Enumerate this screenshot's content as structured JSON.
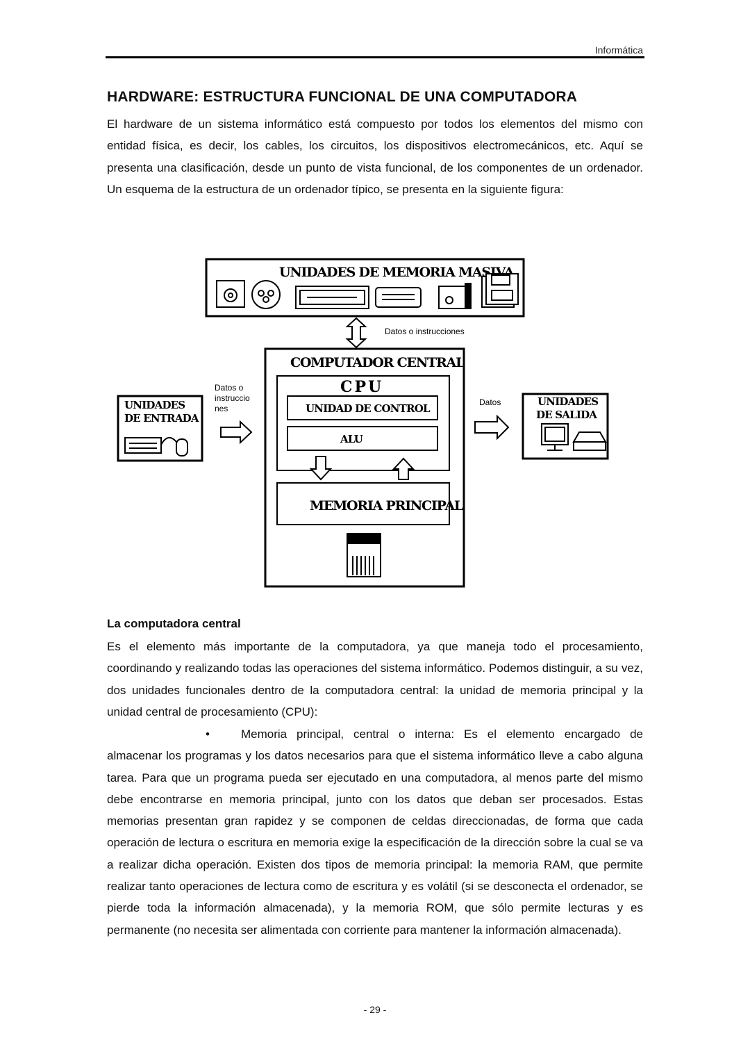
{
  "header": {
    "section": "Informática"
  },
  "title": "HARDWARE: ESTRUCTURA FUNCIONAL DE UNA COMPUTADORA",
  "intro": "El hardware de un sistema informático está compuesto por todos los elementos del mismo con entidad física, es decir, los cables, los circuitos, los dispositivos electromecánicos, etc. Aquí se presenta una clasificación, desde un punto de vista funcional, de los componentes de un ordenador. Un esquema de la estructura de un ordenador típico, se presenta en la siguiente figura:",
  "diagram": {
    "mass_storage": "UNIDADES DE MEMORIA MASIVA",
    "data_or_instructions": "Datos o instrucciones",
    "central_computer": "COMPUTADOR CENTRAL",
    "cpu": "CPU",
    "control_unit": "UNIDAD DE CONTROL",
    "alu": "ALU",
    "main_memory": "MEMORIA PRINCIPAL",
    "input_units_line1": "UNIDADES",
    "input_units_line2": "DE ENTRADA",
    "input_label_line1": "Datos o",
    "input_label_line2": "instruccio",
    "input_label_line3": "nes",
    "output_label": "Datos",
    "output_units_line1": "UNIDADES",
    "output_units_line2": "DE SALIDA"
  },
  "section_heading": "La computadora central",
  "body1": "Es el elemento más importante de la computadora, ya que maneja todo el procesamiento, coordinando y realizando todas las operaciones del sistema informático. Podemos distinguir, a su vez, dos unidades funcionales dentro de la computadora central: la unidad de memoria principal y la unidad central de procesamiento (CPU):",
  "bullet_symbol": "•",
  "body2": "Memoria principal, central o interna: Es el elemento encargado de almacenar los programas y los datos necesarios para que el sistema informático lleve a cabo alguna tarea. Para que un programa pueda ser ejecutado en una computadora, al menos parte del mismo debe encontrarse en memoria principal, junto con los datos que deban ser procesados. Estas memorias presentan gran rapidez y se componen de celdas direccionadas, de forma que cada operación de lectura o escritura en memoria exige la especificación de la dirección sobre la cual se va a realizar dicha operación. Existen dos tipos de memoria principal: la memoria RAM, que permite realizar tanto operaciones de lectura como de escritura y es volátil (si se desconecta el ordenador, se pierde toda la información almacenada), y la memoria ROM, que sólo permite lecturas y es permanente (no necesita ser alimentada con corriente para mantener la información almacenada).",
  "footer": {
    "page_number": "- 29 -"
  }
}
